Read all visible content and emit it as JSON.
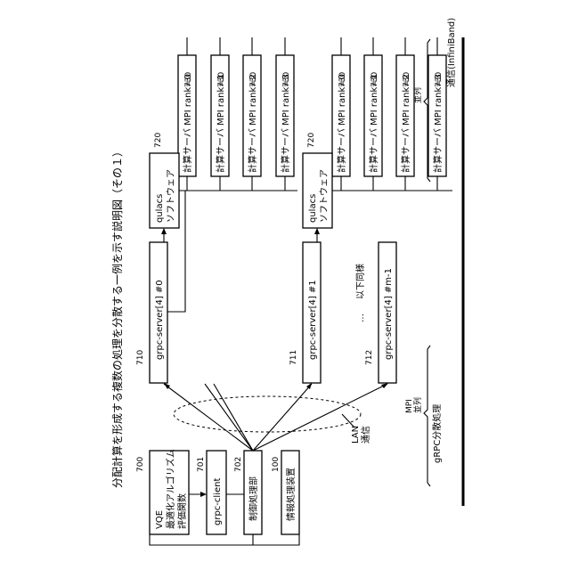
{
  "title": "分配計算を形成する複数の処理を分散する一例を示す説明図（その１）",
  "network_label": "通信(InfiniBand)",
  "mpi_group_label": [
    "MPI",
    "並列"
  ],
  "lan_label": [
    "LAN",
    "通信"
  ],
  "grpc_label": "gRPC分散処理",
  "ellipsis_label": "以下同様",
  "dots": "…",
  "vqe": {
    "ref": "700",
    "lines": [
      "VQE",
      "最適化アルゴリズム",
      "評価関数"
    ]
  },
  "grpc_client": {
    "ref": "701",
    "label": "grpc-client"
  },
  "control": {
    "ref": "702",
    "label": "制御処理部"
  },
  "info_device": {
    "ref": "100",
    "label": "情報処理装置"
  },
  "servers": [
    {
      "ref": "710",
      "label": "grpc-server[4] #0"
    },
    {
      "ref": "711",
      "label": "grpc-server[4] #1"
    },
    {
      "ref": "712",
      "label": "grpc-server[4] #m-1"
    }
  ],
  "qulacs": [
    {
      "ref": "720",
      "lines": [
        "qulacs",
        "ソフトウェア"
      ]
    },
    {
      "ref": "720",
      "lines": [
        "qulacs",
        "ソフトウェア"
      ]
    }
  ],
  "mpi_groups": [
    {
      "ranks": [
        {
          "ref": "730",
          "label": "計算サーバ MPI rank=0"
        },
        {
          "ref": "730",
          "label": "計算サーバ MPI rank=1"
        },
        {
          "ref": "730",
          "label": "計算サーバ MPI rank=2"
        },
        {
          "ref": "730",
          "label": "計算サーバ MPI rank=3"
        }
      ]
    },
    {
      "ranks": [
        {
          "ref": "730",
          "label": "計算サーバ MPI rank=0"
        },
        {
          "ref": "730",
          "label": "計算サーバ MPI rank=1"
        },
        {
          "ref": "730",
          "label": "計算サーバ MPI rank=2"
        },
        {
          "ref": "730",
          "label": "計算サーバ MPI rank=3"
        }
      ]
    }
  ]
}
